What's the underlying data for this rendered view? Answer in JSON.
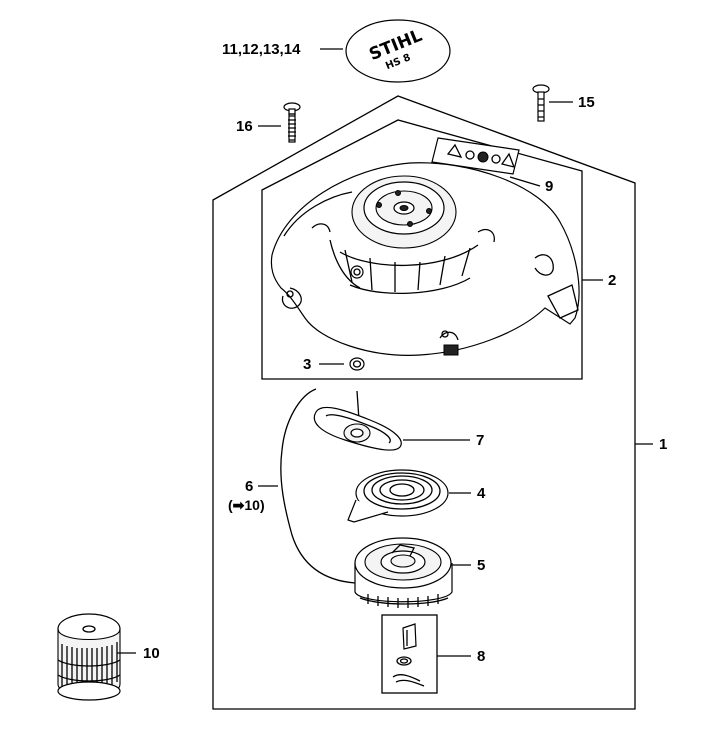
{
  "labels": {
    "logo_parts": "11,12,13,14",
    "screw_16": "16",
    "screw_15": "15",
    "warning_label": "9",
    "fan_housing": "2",
    "washer": "3",
    "starter_assembly": "1",
    "starter_grip": "7",
    "rope": "6",
    "rope_ref": "(➡10)",
    "rewind_spring": "4",
    "rope_rotor": "5",
    "spring_clip_kit": "8",
    "rope_spool": "10"
  },
  "logo": {
    "brand": "STIHL",
    "model": "HS 8"
  }
}
